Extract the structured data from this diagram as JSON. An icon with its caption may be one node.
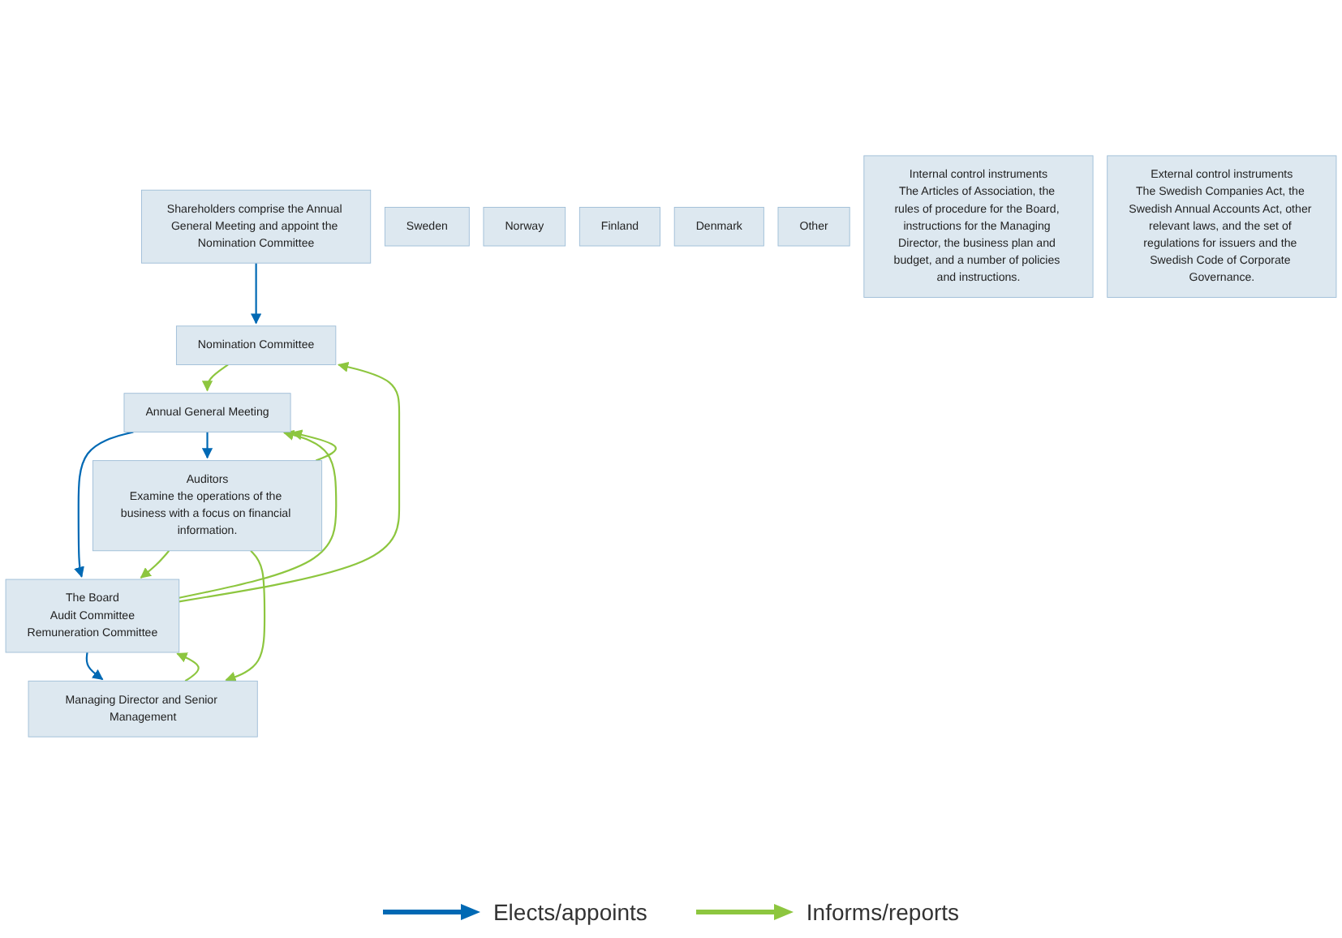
{
  "diagram": {
    "nodes": [
      {
        "text": [
          "Shareholders comprise the Annual General Meeting and appoint the Nomination Committee"
        ]
      },
      {
        "text": [
          "Nomination Committee"
        ]
      },
      {
        "text": [
          "Annual General Meeting"
        ]
      },
      {
        "text": [
          "The Board",
          "Audit Committee",
          "Remuneration Committee"
        ]
      },
      {
        "text": [
          "Auditors",
          "Examine the operations of the business with a focus on financial information."
        ]
      },
      {
        "text": [
          "Managing Director and Senior Management"
        ]
      },
      {
        "text": [
          "Sweden"
        ]
      },
      {
        "text": [
          "Norway"
        ]
      },
      {
        "text": [
          "Finland"
        ]
      },
      {
        "text": [
          "Denmark"
        ]
      },
      {
        "text": [
          "Other"
        ]
      },
      {
        "text": [
          "Internal control instruments",
          "The Articles of Association, the rules of procedure for the Board, instructions for the Managing Director, the business plan and budget, and a number of policies and instructions."
        ]
      },
      {
        "text": [
          "External control instruments",
          "The Swedish Companies Act, the Swedish Annual Accounts Act, other relevant laws, and the set of regulations for issuers and the Swedish Code of Corporate Governance."
        ]
      }
    ],
    "edges": [
      {
        "from": 0,
        "to": 1,
        "arrow": "to",
        "color": "#0069b4"
      },
      {
        "from": 1,
        "to": 2,
        "arrow": "to"
      },
      {
        "from": 3,
        "to": 1,
        "arrow": "to"
      },
      {
        "from": 2,
        "to": 3,
        "arrow": "to",
        "color": "#0069b4"
      },
      {
        "from": 3,
        "to": 2,
        "arrow": "to"
      },
      {
        "from": 2,
        "to": 4,
        "arrow": "to",
        "color": "#0069b4"
      },
      {
        "from": 4,
        "to": 2,
        "arrow": "to"
      },
      {
        "from": 4,
        "to": 3,
        "arrow": "to"
      },
      {
        "from": 3,
        "to": 5,
        "arrow": "to",
        "color": "#0069b4"
      },
      {
        "from": 5,
        "to": 3,
        "arrow": "to"
      },
      {
        "from": 4,
        "to": 5,
        "arrow": "to"
      }
    ],
    "legend": [
      {
        "text": "Elects/appoints"
      },
      {
        "text": "Informs/reports"
      }
    ]
  }
}
